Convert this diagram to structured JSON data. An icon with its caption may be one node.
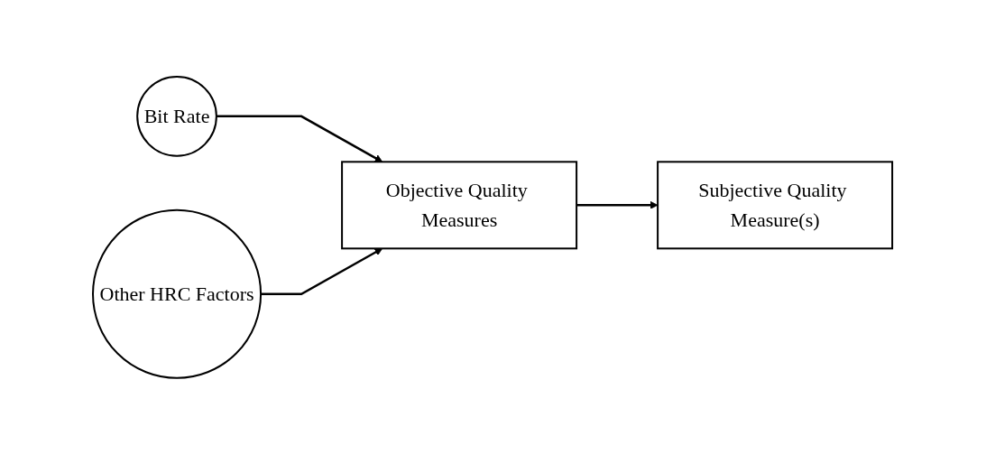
{
  "diagram": {
    "nodes": [
      {
        "text": [
          "Bit Rate"
        ]
      },
      {
        "text": [
          "Other HRC Factors"
        ]
      },
      {
        "text": [
          "Objective Quality Measures"
        ]
      },
      {
        "text": [
          "Subjective Quality Measure(s)"
        ]
      }
    ],
    "edges": [
      {
        "from": 0,
        "to": 2,
        "arrow": "to"
      },
      {
        "from": 1,
        "to": 2,
        "arrow": "to"
      },
      {
        "from": 2,
        "to": 3,
        "arrow": "to"
      }
    ]
  }
}
